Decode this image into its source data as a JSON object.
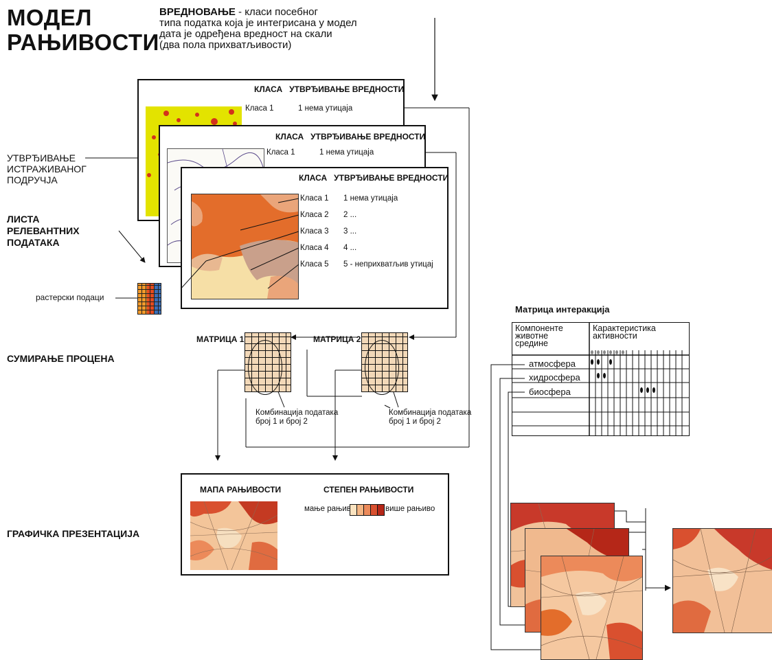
{
  "title": {
    "line1": "МОДЕЛ",
    "line2": "РАЊИВОСТИ"
  },
  "definition": {
    "term": "ВРЕДНОВАЊЕ",
    "line1_rest": " - класи посебног",
    "line2": "типа податка која је интегрисана у модел",
    "line3": "дата је одређена вредност на скали",
    "line4": "(два пола прихватљивости)"
  },
  "left_labels": {
    "study_area": [
      "УТВРЂИВАЊЕ",
      "ИСТРАЖИВАНОГ",
      "ПОДРУЧЈА"
    ],
    "relevant_data": [
      "ЛИСТА",
      "РЕЛЕВАНТНИХ",
      "ПОДАТАКА"
    ],
    "raster": "растерски подаци",
    "summing": "СУМИРАЊЕ ПРОЦЕНА",
    "graphic": "ГРАФИЧКА ПРЕЗЕНТАЦИЈА"
  },
  "layers": {
    "header_class": "КЛАСА",
    "header_value": "УТВРЂИВАЊЕ ВРЕДНОСТИ",
    "back_row": {
      "class": "Класа 1",
      "value": "1 нема утицаја"
    },
    "mid_row": {
      "class": "Класа 1",
      "value": "1 нема утицаја"
    },
    "front_rows": [
      {
        "class": "Класа 1",
        "value": "1 нема утицаја"
      },
      {
        "class": "Класа 2",
        "value": "2 ..."
      },
      {
        "class": "Класа 3",
        "value": "3 ..."
      },
      {
        "class": "Класа 4",
        "value": "4 ..."
      },
      {
        "class": "Класа 5",
        "value": "5 - неприхватљив утицај"
      }
    ]
  },
  "matrices": {
    "m1": "МАТРИЦА 1",
    "m2": "МАТРИЦА 2",
    "combo_line1": "Комбинација података",
    "combo_line2": "број 1 и број 2"
  },
  "result": {
    "map_title": "МАПА РАЊИВОСТИ",
    "degree_title": "СТЕПЕН РАЊИВОСТИ",
    "less": "мање рањиво",
    "more": "више рањиво",
    "scale_colors": [
      "#fbe3c0",
      "#f4b583",
      "#ec8a5a",
      "#d9502f",
      "#b52718"
    ]
  },
  "interaction_matrix": {
    "title": "Матрица интеракција",
    "col1_header": [
      "Компоненте",
      "животне",
      "средине"
    ],
    "col2_header": [
      "Карактеристика",
      "активности"
    ],
    "rows": [
      "атмосфера",
      "хидросфера",
      "биосфера",
      "",
      ""
    ]
  },
  "colors": {
    "yellow": "#e3e300",
    "map_dark": "#e36d2b",
    "map_light": "#f6dfa6",
    "map_pink": "#c9a08b",
    "map_mid": "#eaa57a"
  }
}
